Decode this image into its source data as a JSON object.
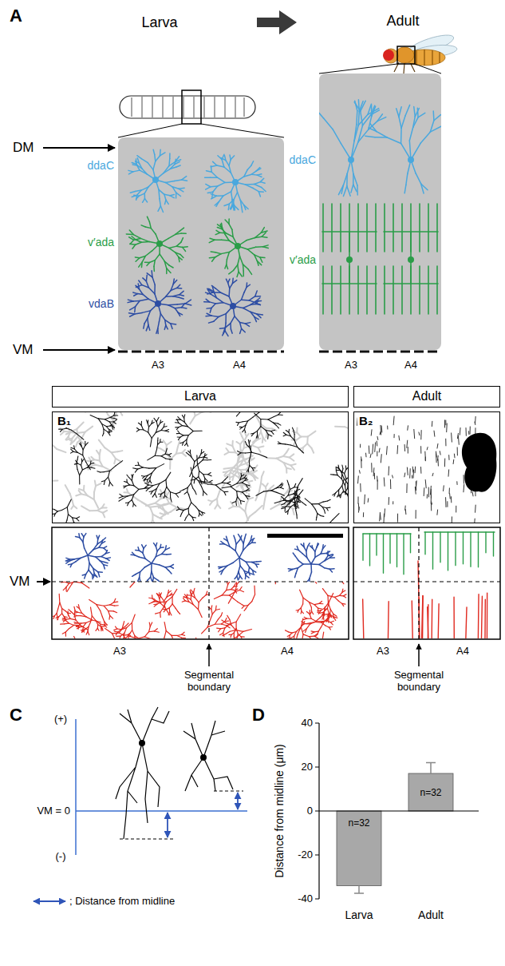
{
  "diagram": {
    "nodes": [
      {
        "text": [
          "Larva"
        ]
      },
      {
        "text": [
          "Adult"
        ]
      },
      {
        "text": [
          "B₁"
        ]
      },
      {
        "text": [
          "B₂"
        ]
      }
    ],
    "labels": [
      "A",
      "Larva",
      "Adult",
      "DM",
      "ddaC",
      "ddaC",
      "v′ada",
      "v′ada",
      "vdaB",
      "VM",
      "A3",
      "A4",
      "A3",
      "A4",
      "VM",
      "A3",
      "A4",
      "Segmental boundary",
      "A3",
      "A4",
      "Segmental boundary",
      "C",
      "(+)",
      "VM = 0",
      "(-)",
      "; Distance from midline",
      "D",
      "40",
      "20",
      "0",
      "-20",
      "-40",
      "Distance from midline (μm)",
      "n=32",
      "n=32",
      "Larva",
      "Adult"
    ]
  }
}
